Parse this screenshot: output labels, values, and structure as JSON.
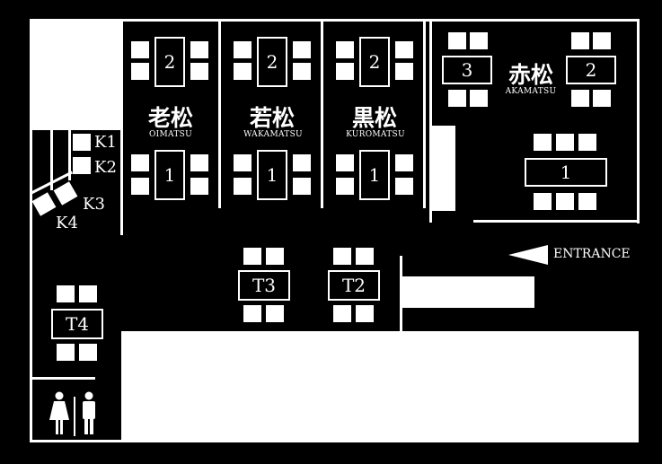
{
  "rooms": [
    {
      "kanji": "老松",
      "romaji": "OIMATSU",
      "table_top": "2",
      "table_bottom": "1"
    },
    {
      "kanji": "若松",
      "romaji": "WAKAMATSU",
      "table_top": "2",
      "table_bottom": "1"
    },
    {
      "kanji": "黒松",
      "romaji": "KUROMATSU",
      "table_top": "2",
      "table_bottom": "1"
    },
    {
      "kanji": "赤松",
      "romaji": "AKAMATSU",
      "table_left": "3",
      "table_right": "2",
      "table_bottom": "1"
    }
  ],
  "counter": [
    "K1",
    "K2",
    "K3",
    "K4"
  ],
  "tables": {
    "t2": "T2",
    "t3": "T3",
    "t4": "T4"
  },
  "entrance": "ENTRANCE",
  "restroom_icon": "restroom-icon"
}
